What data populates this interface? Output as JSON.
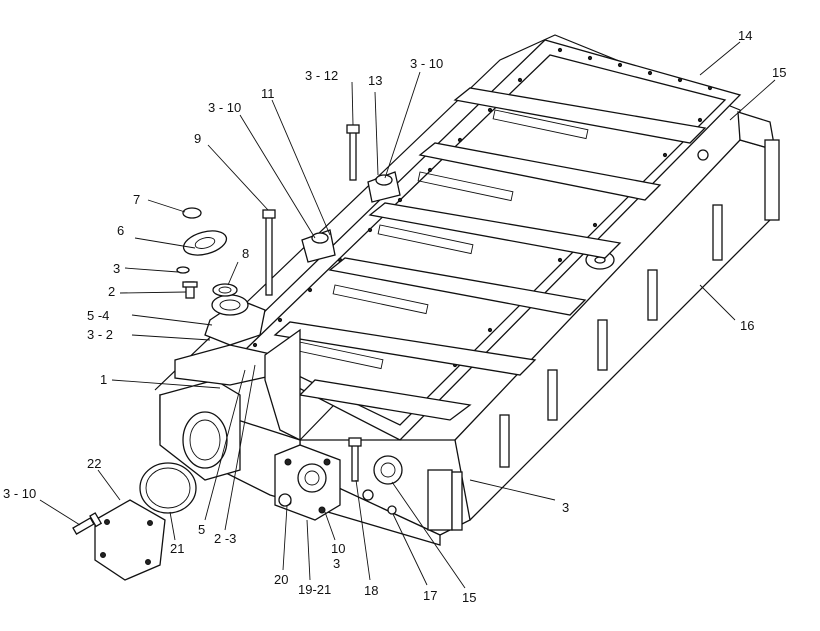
{
  "labels": {
    "l14": "14",
    "l15a": "15",
    "l3_10a": "3 - 10",
    "l3_12": "3 - 12",
    "l13": "13",
    "l3_10b": "3 - 10",
    "l11": "11",
    "l9": "9",
    "l7": "7",
    "l6": "6",
    "l8": "8",
    "l3a": "3",
    "l2": "2",
    "l5_4": "5 -4",
    "l3_2": "3 - 2",
    "l1": "1",
    "l16": "16",
    "l3b": "3",
    "l22": "22",
    "l3_10c": "3 - 10",
    "l21": "21",
    "l5": "5",
    "l2_3": "2 -3",
    "l10": "10",
    "l3c": "3",
    "l20": "20",
    "l19_21": "19-21",
    "l18": "18",
    "l17": "17",
    "l15b": "15"
  }
}
